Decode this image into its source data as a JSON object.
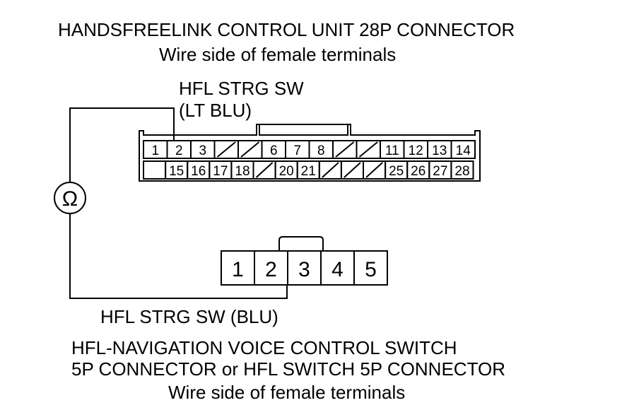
{
  "top_connector": {
    "title": "HANDSFREELINK CONTROL UNIT 28P CONNECTOR",
    "subtitle": "Wire side of female terminals",
    "wire_label_line1": "HFL STRG SW",
    "wire_label_line2": "(LT BLU)",
    "row1": [
      "1",
      "2",
      "3",
      "",
      "",
      "6",
      "7",
      "8",
      "",
      "",
      "11",
      "12",
      "13",
      "14"
    ],
    "row2": [
      "",
      "15",
      "16",
      "17",
      "18",
      "",
      "20",
      "21",
      "",
      "",
      "",
      "25",
      "26",
      "27",
      "28"
    ]
  },
  "meter": {
    "symbol": "Ω",
    "icon": "ohmmeter-icon"
  },
  "bottom_connector": {
    "terminals": [
      "1",
      "2",
      "3",
      "4",
      "5"
    ],
    "wire_label": "HFL STRG SW (BLU)",
    "title_line1": "HFL-NAVIGATION VOICE CONTROL SWITCH",
    "title_line2": "5P CONNECTOR or HFL SWITCH 5P CONNECTOR",
    "subtitle": "Wire side of female terminals"
  }
}
